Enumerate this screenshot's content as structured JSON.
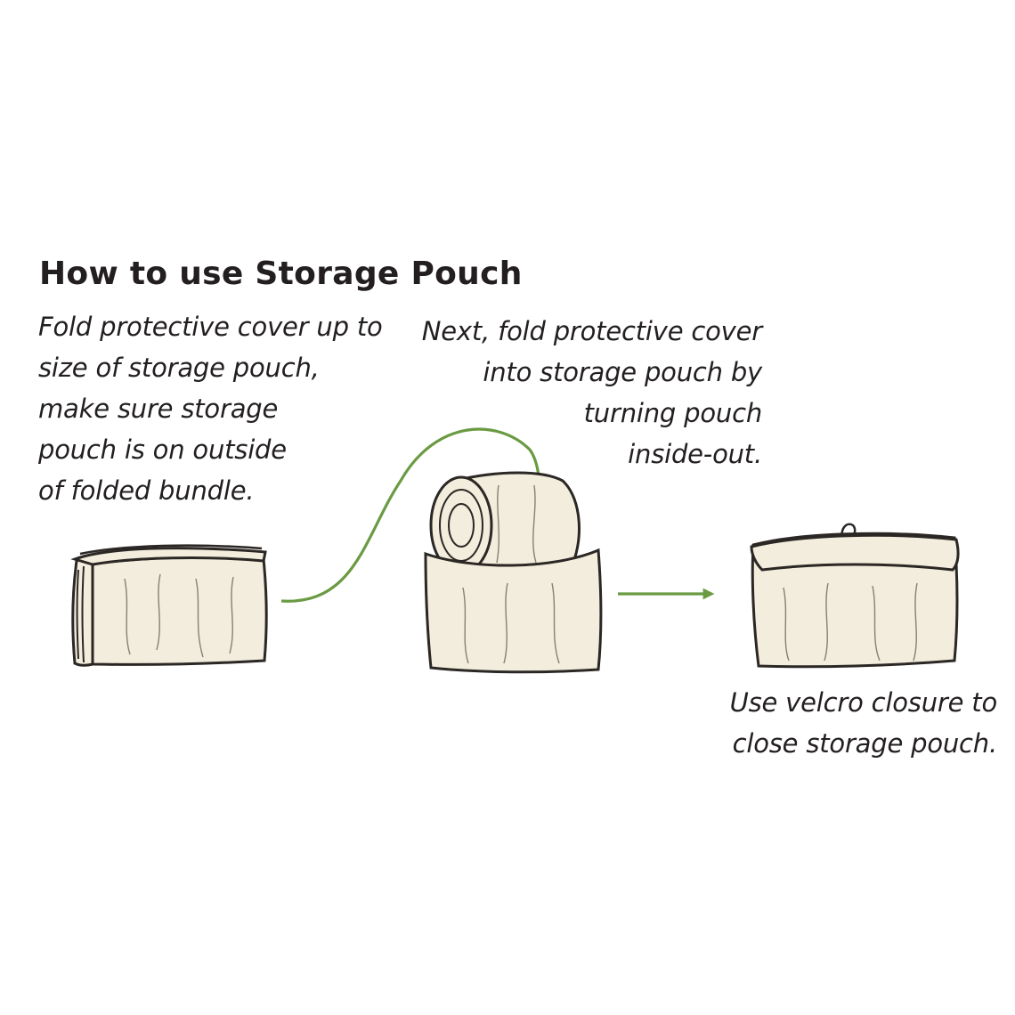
{
  "title": "How to use Storage Pouch",
  "colors": {
    "arrow": "#6a9a42",
    "pouch_fill": "#f3eddd",
    "outline": "#2b2724",
    "text": "#231f20"
  },
  "steps": [
    {
      "lines": [
        "Fold protective cover up to",
        "size of storage pouch,",
        "make sure storage",
        "pouch is on outside",
        "of folded bundle."
      ],
      "illustration": "folded-bundle"
    },
    {
      "lines": [
        "Next, fold protective cover",
        "into storage pouch by",
        "turning pouch",
        "inside-out."
      ],
      "illustration": "rolled-cover-in-pouch"
    },
    {
      "lines": [
        "Use velcro closure to",
        "close storage pouch."
      ],
      "illustration": "closed-pouch"
    }
  ]
}
